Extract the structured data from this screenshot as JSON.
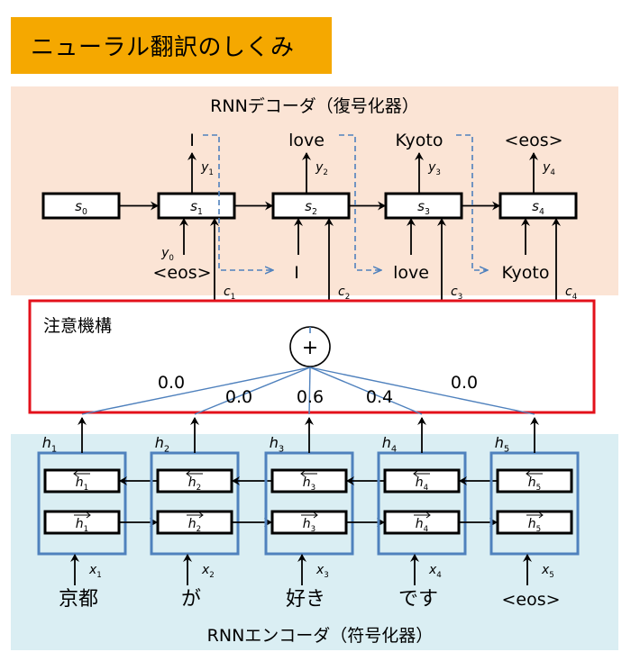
{
  "title": "ニューラル翻訳のしくみ",
  "decoder": {
    "title": "RNNデコーダ（復号化器）",
    "initial_state": "s",
    "initial_state_sub": "0",
    "cells": [
      {
        "state": "s",
        "sub": "1",
        "output": "I",
        "y_sub": "1",
        "input": "<eos>",
        "input_y": "y",
        "input_y_sub": "0",
        "context": "c",
        "context_sub": "1"
      },
      {
        "state": "s",
        "sub": "2",
        "output": "love",
        "y_sub": "2",
        "input": "I",
        "context": "c",
        "context_sub": "2"
      },
      {
        "state": "s",
        "sub": "3",
        "output": "Kyoto",
        "y_sub": "3",
        "input": "love",
        "context": "c",
        "context_sub": "3"
      },
      {
        "state": "s",
        "sub": "4",
        "output": "<eos>",
        "y_sub": "4",
        "input": "Kyoto",
        "context": "c",
        "context_sub": "4"
      }
    ],
    "y_label": "y"
  },
  "attention": {
    "label": "注意機構",
    "sum_symbol": "+",
    "weights": [
      "0.0",
      "0.0",
      "0.6",
      "0.4",
      "0.0"
    ]
  },
  "encoder": {
    "title": "RNNエンコーダ（符号化器）",
    "h_label": "h",
    "x_label": "x",
    "cells": [
      {
        "sub": "1",
        "word": "京都"
      },
      {
        "sub": "2",
        "word": "が"
      },
      {
        "sub": "3",
        "word": "好き"
      },
      {
        "sub": "4",
        "word": "です"
      },
      {
        "sub": "5",
        "word": "<eos>"
      }
    ]
  },
  "colors": {
    "title_bg": "#f5a800",
    "decoder_bg": "#fbe4d5",
    "encoder_bg": "#daeef3",
    "attention_border": "#e3111b",
    "encoder_cell_border": "#4f81bd",
    "dashed_arrow": "#4f81bd",
    "attention_lines": "#4f81bd"
  }
}
